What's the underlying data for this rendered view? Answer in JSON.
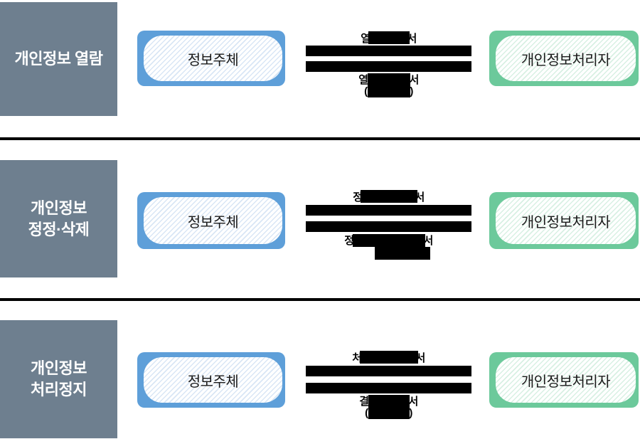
{
  "rows": [
    {
      "label_lines": [
        "개인정보 열람"
      ],
      "left_node": "정보주체",
      "right_node": "개인정보처리자",
      "request_line": {
        "prefix": "열",
        "suffix": "서"
      },
      "response_line1": {
        "prefix": "열",
        "suffix": "서"
      },
      "response_line2": {
        "prefix": "(1",
        "suffix": ")"
      }
    },
    {
      "label_lines": [
        "개인정보",
        "정정·삭제"
      ],
      "left_node": "정보주체",
      "right_node": "개인정보처리자",
      "request_line": {
        "prefix": "정",
        "suffix": "서"
      },
      "response_line1": {
        "prefix": "정",
        "suffix": "서"
      },
      "response_line2": {
        "prefix": "",
        "suffix": ""
      }
    },
    {
      "label_lines": [
        "개인정보",
        "처리정지"
      ],
      "left_node": "정보주체",
      "right_node": "개인정보처리자",
      "request_line": {
        "prefix": "처",
        "suffix": "서"
      },
      "response_line1": {
        "prefix": "결",
        "suffix": "서"
      },
      "response_line2": {
        "prefix": "(1",
        "suffix": ")"
      }
    }
  ],
  "colors": {
    "row_label_bg": "#6e7f8f",
    "subject_node_border": "#5e9fd9",
    "processor_node_border": "#6cc99b",
    "redaction": "#000000"
  }
}
